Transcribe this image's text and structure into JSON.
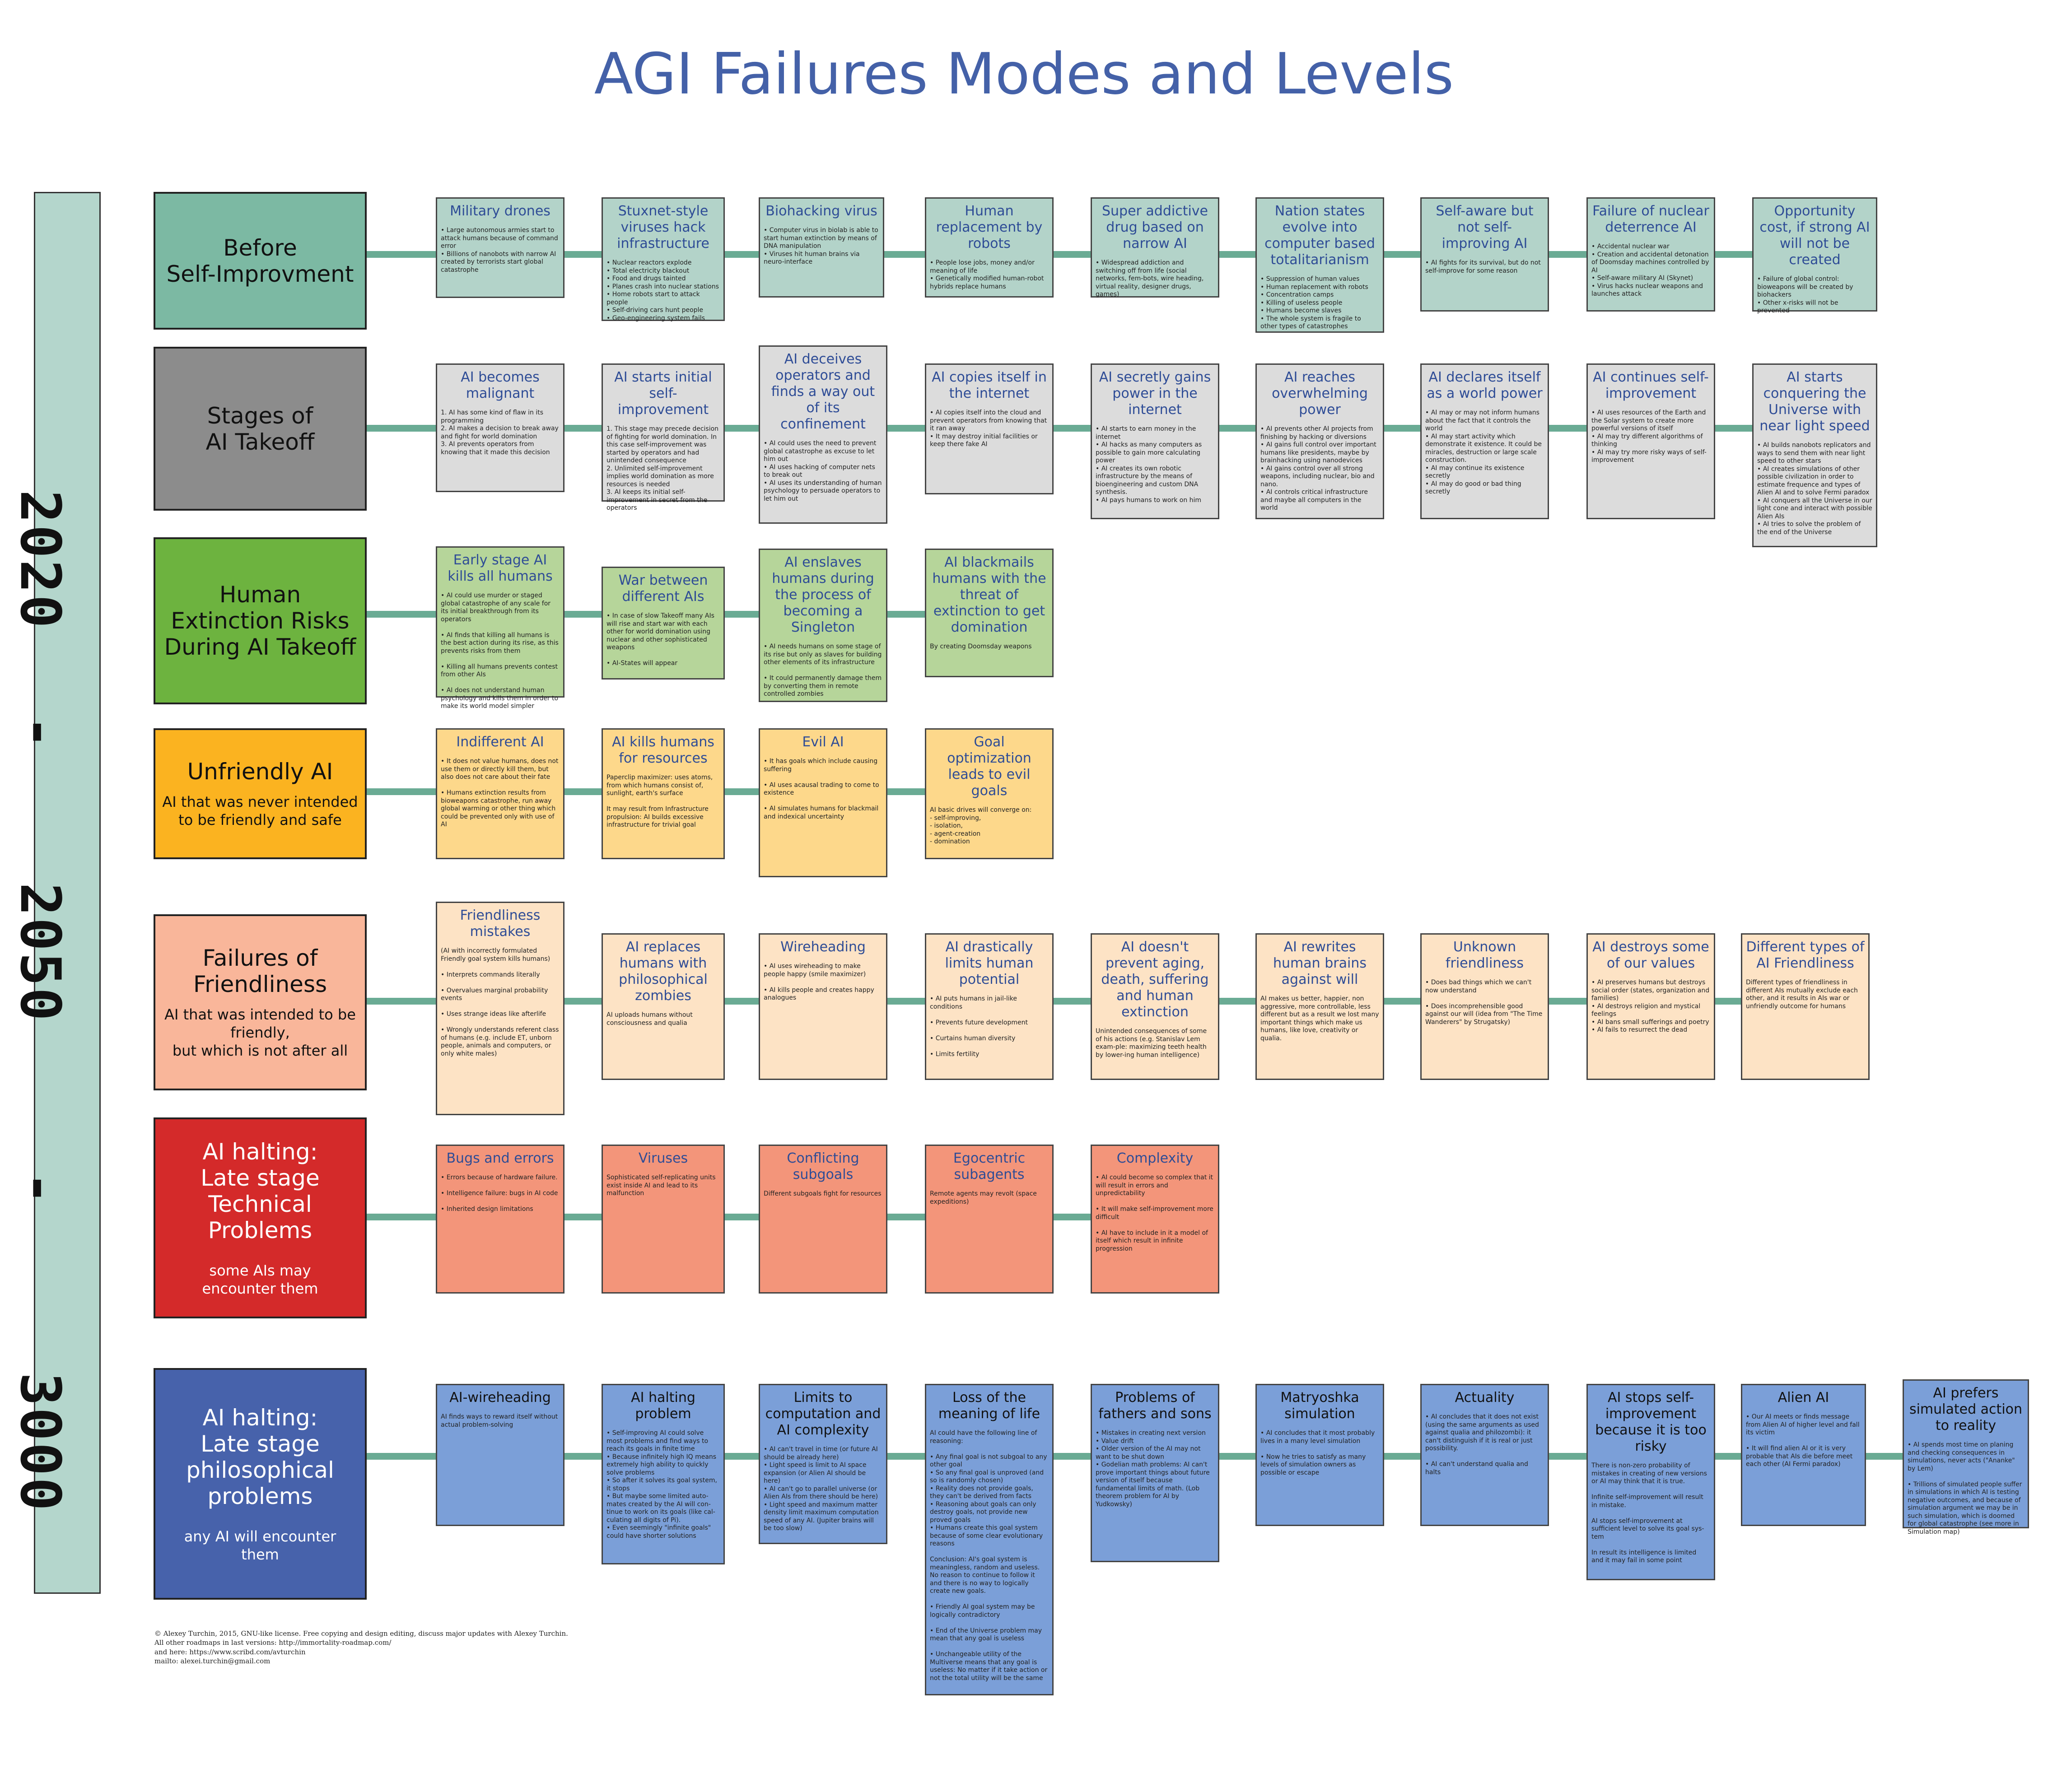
{
  "title": "AGI Failures Modes and Levels",
  "timeline": [
    "2020",
    "2050",
    "3000"
  ],
  "timeline_separators": [
    "-",
    "-"
  ],
  "colors": {
    "title": "#4461a8",
    "connector": "#6aab94",
    "timeline": "#b4d6cc"
  },
  "rows": [
    {
      "title": "Before\nSelf-Improvment",
      "subtitle": "",
      "bg": "#7cb9a3",
      "fg": "#111111",
      "box_bg": "#b3d3c9",
      "box_title": "#2e4c96",
      "boxes": [
        {
          "title": "Military drones",
          "body": "• Large autonomous armies start to attack humans because of command error\n• Billions of nanobots with narrow AI created by terrorists start global catastrophe"
        },
        {
          "title": "Stuxnet-style viruses hack infrastructure",
          "body": "• Nuclear reactors explode\n• Total electricity blackout\n• Food and drugs tainted\n• Planes crash into nuclear stations\n• Home robots start to attack people\n• Self-driving cars hunt people\n• Geo-engineering system fails"
        },
        {
          "title": "Biohacking virus",
          "body": "• Computer virus in biolab is able to start human extinction by means of DNA manipulation\n• Viruses hit human brains via neuro-interface"
        },
        {
          "title": "Human replacement by robots",
          "body": "• People lose jobs, money and/or meaning of life\n• Genetically modified human-robot hybrids replace humans"
        },
        {
          "title": "Super addictive drug based on narrow AI",
          "body": "• Widespread addiction and switching off from life (social networks, fem-bots, wire heading, virtual reality, designer drugs, games)"
        },
        {
          "title": "Nation states evolve into computer based totalitarianism",
          "body": "• Suppression of human values\n• Human replacement with robots\n• Concentration camps\n• Killing of useless people\n• Humans become slaves\n• The whole system is fragile to other types of catastrophes"
        },
        {
          "title": "Self-aware but not self-improving AI",
          "body": "• AI fights for its survival, but do not self-improve for some reason"
        },
        {
          "title": "Failure of nuclear deterrence AI",
          "body": "• Accidental nuclear war\n• Creation and accidental detonation of Doomsday machines controlled by AI\n• Self-aware military AI (Skynet)\n• Virus hacks nuclear weapons and launches attack"
        },
        {
          "title": "Opportunity cost, if strong AI will not be created",
          "body": "• Failure of global control: bioweapons will be created by biohackers\n• Other x-risks will not be prevented"
        }
      ]
    },
    {
      "title": "Stages of\nAI Takeoff",
      "subtitle": "",
      "bg": "#8c8c8c",
      "fg": "#111111",
      "box_bg": "#dcdcdc",
      "box_title": "#2e4c96",
      "boxes": [
        {
          "title": "AI becomes malignant",
          "body": "1. AI has some kind of flaw in its programming\n2. AI makes a decision to break away and fight for world domination\n3. AI prevents operators from knowing that it made this decision"
        },
        {
          "title": "AI starts initial self-improvement",
          "body": "1. This stage may precede decision of fighting for world domination. In this case self-improvement was started by operators and had unintended consequence\n2. Unlimited self-improvement implies world domination as more resources is needed\n3. AI keeps its initial self-improvement in secret from the operators"
        },
        {
          "title": "AI deceives operators and finds a way out of its confinement",
          "body": "• AI could uses the need to prevent global catastrophe as excuse to let him out\n• AI uses hacking of computer nets to break out\n• AI uses its understanding of human psychology to persuade operators to let him out"
        },
        {
          "title": "AI copies itself in the internet",
          "body": "• AI copies itself into the cloud and prevent operators from knowing that it ran away\n• It may destroy initial facilities or keep there fake AI"
        },
        {
          "title": "AI secretly gains power in the internet",
          "body": "• AI starts to earn money in the internet\n• AI hacks as many computers as possible to gain more calculating power\n• AI creates its own robotic infrastructure by the means of bioengineering and custom DNA synthesis.\n• AI pays humans to work on him"
        },
        {
          "title": "AI reaches overwhelming power",
          "body": "• AI prevents other AI projects from finishing by hacking or diversions\n• AI gains full control over important humans like presidents, maybe by brainhacking using nanodevices\n• AI gains control over all strong weapons, including nuclear, bio and nano.\n• AI controls critical infrastructure and maybe all computers in the world"
        },
        {
          "title": "AI declares itself as a world power",
          "body": "• AI may or may not inform humans about the fact that it controls the world\n• AI may start activity which demonstrate it existence. It could be miracles, destruction or large scale construction.\n• AI may continue its existence secretly\n• AI may do good or bad thing secretly"
        },
        {
          "title": "AI continues self-improvement",
          "body": "• AI uses resources of the Earth and the Solar system to create more powerful versions of itself\n• AI may try different algorithms of thinking\n• AI may try more risky ways of self- improvement"
        },
        {
          "title": "AI starts conquering the Universe with near light speed",
          "body": "• AI builds nanobots replicators and ways to send them with near light speed to other stars\n• AI creates simulations of other possible civilization in order to estimate frequence and types of Alien AI and to solve Fermi paradox\n• AI conquers all the Universe in our light cone and interact with possible Alien AIs\n• AI tries to solve the problem of the end of the Universe"
        }
      ]
    },
    {
      "title": "Human\nExtinction Risks\nDuring AI Takeoff",
      "subtitle": "",
      "bg": "#6db33f",
      "fg": "#111111",
      "box_bg": "#b6d59a",
      "box_title": "#2e4c96",
      "boxes": [
        {
          "title": "Early stage AI kills all humans",
          "body": "• AI could use murder or staged global catastrophe of any scale for its initial breakthrough from its operators\n\n• AI finds that killing all humans is the best action during its rise, as this prevents risks from them\n\n• Killing all humans prevents contest from other AIs\n\n• AI does not understand human psychology and kills them in order to make its world model simpler"
        },
        {
          "title": "War between different AIs",
          "body": "• In case of slow Takeoff many AIs will rise and start war with each other for world domination using nuclear and other sophisticated weapons\n\n• AI-States will appear"
        },
        {
          "title": "AI enslaves humans during the process of becoming a Singleton",
          "body": "• AI needs humans on some stage of its rise but only as slaves for building other elements of its infrastructure\n\n• It could permanently damage them by converting them in remote controlled zombies"
        },
        {
          "title": "AI blackmails humans with the threat of extinction to get domination",
          "body": "By creating Doomsday weapons"
        }
      ]
    },
    {
      "title": "Unfriendly AI",
      "subtitle": "AI that was never intended\nto be friendly and safe",
      "bg": "#fbb320",
      "fg": "#111111",
      "box_bg": "#fdd88b",
      "box_title": "#2e4c96",
      "boxes": [
        {
          "title": "Indifferent AI",
          "body": "• It does not value humans, does not use them or directly kill them, but also does not care about their fate\n\n• Humans extinction results from bioweapons catastrophe, run away global warming or other thing which could be prevented only with use of AI"
        },
        {
          "title": "AI kills humans for resources",
          "body": "Paperclip maximizer: uses atoms, from which humans consist of, sunlight, earth's surface\n\nIt may result from Infrastructure propulsion: AI builds excessive infrastructure for trivial goal"
        },
        {
          "title": "Evil AI",
          "body": "• It has goals which include causing suffering\n\n• AI uses acausal trading to come to existence\n\n• AI simulates humans for blackmail and indexical uncertainty"
        },
        {
          "title": "Goal optimization leads to evil goals",
          "body": "AI basic drives will converge on:\n- self-improving,\n- isolation,\n- agent-creation\n- domination"
        }
      ]
    },
    {
      "title": "Failures of\nFriendliness",
      "subtitle": "AI that was intended to be\nfriendly,\nbut which is not after all",
      "bg": "#f9b69a",
      "fg": "#111111",
      "box_bg": "#fde3c5",
      "box_title": "#2e4c96",
      "boxes": [
        {
          "title": "Friendliness mistakes",
          "body": "(AI with incorrectly formulated Friendly goal system kills humans)\n\n• Interprets commands literally\n\n• Overvalues marginal probability events\n\n• Uses strange ideas like afterlife\n\n• Wrongly understands referent class of humans (e.g. include ET, unborn people, animals and computers, or only white males)"
        },
        {
          "title": "AI replaces humans with philosophical zombies",
          "body": "AI uploads humans without consciousness and qualia"
        },
        {
          "title": "Wireheading",
          "body": "• AI uses wireheading to make people happy (smile maximizer)\n\n• AI kills people and creates happy analogues"
        },
        {
          "title": "AI drastically limits human potential",
          "body": "• AI puts humans in jail-like conditions\n\n• Prevents future development\n\n• Curtains human diversity\n\n• Limits fertility"
        },
        {
          "title": "AI doesn't prevent aging, death, suffering and human extinction",
          "body": "Unintended consequences of some of his actions (e.g. Stanislav Lem exam-ple: maximizing teeth health by lower-ing human intelligence)"
        },
        {
          "title": "AI rewrites human brains against will",
          "body": "AI makes us better, happier, non aggressive, more controllable, less different but as a result we lost many important things which make us humans, like love, creativity or qualia."
        },
        {
          "title": "Unknown friendliness",
          "body": "• Does bad things which we can't now understand\n\n• Does incomprehensible good against our will (idea from \"The Time Wanderers\" by Strugatsky)"
        },
        {
          "title": "AI destroys some of our values",
          "body": "• AI preserves humans but destroys social order (states, organization and families)\n• AI destroys religion and mystical feelings\n• AI bans small sufferings and poetry\n• AI fails to resurrect the dead"
        },
        {
          "title": "Different types of AI Friendliness",
          "body": "Different types of friendliness in different AIs mutually exclude each other, and it results in AIs war or unfriendly outcome for humans"
        }
      ]
    },
    {
      "title": "AI halting:\nLate stage\nTechnical\nProblems",
      "subtitle": "some AIs may\nencounter them",
      "bg": "#d42a2a",
      "fg": "#ffffff",
      "box_bg": "#f3957a",
      "box_title": "#2e4c96",
      "boxes": [
        {
          "title": "Bugs and errors",
          "body": "• Errors because of hardware failure.\n\n• Intelligence failure: bugs in AI code\n\n• Inherited design limitations"
        },
        {
          "title": "Viruses",
          "body": "Sophisticated self-replicating units exist inside AI and lead to its malfunction"
        },
        {
          "title": "Conflicting subgoals",
          "body": "Different subgoals fight for resources"
        },
        {
          "title": "Egocentric subagents",
          "body": "Remote agents may revolt (space expeditions)"
        },
        {
          "title": "Complexity",
          "body": "• AI could become so complex that it will result in errors and unpredictability\n\n• It will make self-improvement more difficult\n\n• AI have to include in it a model of itself which result in infinite progression"
        }
      ]
    },
    {
      "title": "AI halting:\nLate stage\nphilosophical\nproblems",
      "subtitle": "any AI will encounter\nthem",
      "bg": "#4762ab",
      "fg": "#ffffff",
      "box_bg": "#7b9fd8",
      "box_title": "#111111",
      "boxes": [
        {
          "title": "AI-wireheading",
          "body": "AI finds ways to reward itself without actual problem-solving"
        },
        {
          "title": "AI halting problem",
          "body": "• Self-improving AI could solve most problems and find ways to reach its goals in finite time\n• Because infinitely high IQ means extremely high ability to quickly solve problems\n• So after it solves its goal system, it stops\n• But maybe some limited auto-mates created by the AI will con-tinue to work on its goals (like cal-culating all digits of Pi).\n• Even seemingly \"infinite goals\" could have shorter solutions"
        },
        {
          "title": "Limits to computation and AI complexity",
          "body": "• AI can't travel in time (or future AI should be already here)\n• Light speed is limit to AI space expansion (or Alien AI should be here)\n• AI can't go to parallel universe (or Alien AIs from there should be here)\n• Light speed and maximum matter density limit maximum computation speed of any AI. (Jupiter brains will be too slow)"
        },
        {
          "title": "Loss of the meaning of life",
          "body": "AI could have the following line of reasoning:\n\n• Any final goal is not subgoal to any other goal\n• So any final goal is unproved (and so is randomly chosen)\n• Reality does not provide goals, they can't be derived from facts\n• Reasoning about goals can only destroy goals, not provide new proved goals\n• Humans create this goal system because of some clear evolutionary reasons\n\nConclusion: AI's goal system is meaningless, random and useless. No reason to continue to follow it and there is no way to logically create new goals.\n\n• Friendly AI goal system may be logically contradictory\n\n• End of the Universe problem may mean that any goal is useless\n\n• Unchangeable utility of the Multiverse means that any goal is useless: No matter if it take action or not the total utility will be the same"
        },
        {
          "title": "Problems of fathers and sons",
          "body": "• Mistakes in creating next version\n• Value drift\n• Older version of the AI may not want to be shut down\n• Godelian math problems: AI can't prove important things about future version of itself because fundamental limits of math. (Lob theorem problem for AI by Yudkowsky)"
        },
        {
          "title": "Matryoshka simulation",
          "body": "• AI concludes that it most probably lives in a many level simulation\n\n• Now he tries to satisfy as many levels of simulation owners as possible or escape"
        },
        {
          "title": "Actuality",
          "body": "• AI concludes that it does not exist (using the same arguments as used against qualia and philozombi): it can't distinguish if it is real or just possibility.\n\n• AI can't understand qualia and halts"
        },
        {
          "title": "AI stops self-improvement because it is too risky",
          "body": "There is non-zero probability of mistakes in creating of new versions or AI may think that it is true.\n\nInfinite self-improvement will result in mistake.\n\nAI stops self-improvement at sufficient level to solve its goal sys-tem\n\nIn result its intelligence is limited and it may fail in some point"
        },
        {
          "title": "Alien AI",
          "body": "• Our AI meets or finds message from Alien AI of higher level and fall its victim\n\n• It will find alien AI or it is very probable that AIs die before meet each other (AI Fermi paradox)"
        },
        {
          "title": "AI prefers simulated action to reality",
          "body": "• AI spends most time on planing and checking consequences in simulations, never acts (\"Ananke\" by Lem)\n\n• Trillions of simulated people suffer in simulations in which AI is testing negative outcomes, and because of simulation argument we may be in such simulation, which is doomed for global catastrophe (see more in Simulation map)"
        }
      ]
    }
  ],
  "footer": "© Alexey Turchin, 2015, GNU-like license. Free copying and design editing, discuss major updates with Alexey Turchin.\nAll other roadmaps in last versions: http://immortality-roadmap.com/\nand here: https://www.scribd.com/avturchin\nmailto: alexei.turchin@gmail.com"
}
